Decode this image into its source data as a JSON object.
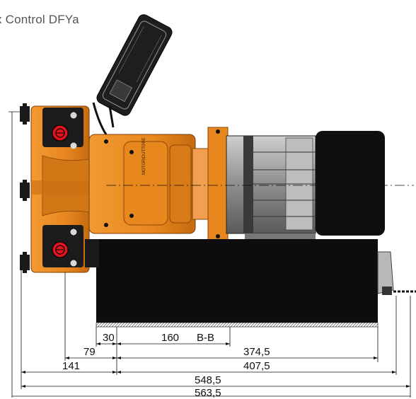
{
  "title": "x Control DFYa",
  "drive_badge": "MOTORIDUTTORE",
  "colors": {
    "pump_body": "#e8871e",
    "pump_dark": "#b35c0c",
    "port_red": "#e0141e",
    "base": "#111111",
    "motor_grey": "#9a9a9a",
    "line": "#111111"
  },
  "dimensions": {
    "d30": "30",
    "d160": "160",
    "section": "B-B",
    "d79": "79",
    "d374": "374,5",
    "d141": "141",
    "d407": "407,5",
    "d548": "548,5",
    "d563": "563,5"
  }
}
